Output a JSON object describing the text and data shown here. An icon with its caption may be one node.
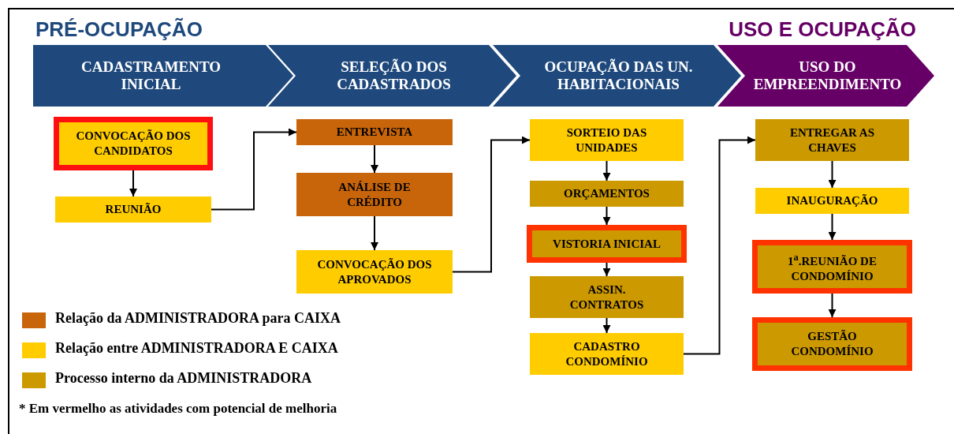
{
  "diagram": {
    "nodes": [
      {
        "text": [
          "CADASTRAMENTO INICIAL"
        ]
      },
      {
        "text": [
          "SELEÇÃO DOS CADASTRADOS"
        ]
      },
      {
        "text": [
          "OCUPAÇÃO DAS UN. HABITACIONAIS"
        ]
      },
      {
        "text": [
          "USO DO EMPREENDIMENTO"
        ]
      },
      {
        "text": [
          "CONVOCAÇÃO DOS CANDIDATOS"
        ]
      },
      {
        "text": [
          "REUNIÃO"
        ]
      },
      {
        "text": [
          "ENTREVISTA"
        ]
      },
      {
        "text": [
          "ANÁLISE DE CRÉDITO"
        ]
      },
      {
        "text": [
          "CONVOCAÇÃO DOS APROVADOS"
        ]
      },
      {
        "text": [
          "SORTEIO DAS UNIDADES"
        ]
      },
      {
        "text": [
          "ORÇAMENTOS"
        ]
      },
      {
        "text": [
          "VISTORIA INICIAL"
        ]
      },
      {
        "text": [
          "ASSIN. CONTRATOS"
        ]
      },
      {
        "text": [
          "CADASTRO CONDOMÍNIO"
        ]
      },
      {
        "text": [
          "ENTREGAR AS CHAVES"
        ]
      },
      {
        "text": [
          "INAUGURAÇÃO"
        ]
      },
      {
        "text": [
          "1$^{a}$.REUNIÃO DE CONDOMÍNIO"
        ]
      },
      {
        "text": [
          "GESTÃO CONDOMÍNIO"
        ]
      }
    ],
    "edges": [
      {
        "from": 4,
        "to": 5,
        "arrow": "to"
      },
      {
        "from": 5,
        "to": 6,
        "arrow": "to"
      },
      {
        "from": 6,
        "to": 7,
        "arrow": "to"
      },
      {
        "from": 7,
        "to": 8,
        "arrow": "to"
      },
      {
        "from": 8,
        "to": 9,
        "arrow": "to"
      },
      {
        "from": 9,
        "to": 10,
        "arrow": "to"
      },
      {
        "from": 10,
        "to": 11,
        "arrow": "to"
      },
      {
        "from": 11,
        "to": 12,
        "arrow": "to"
      },
      {
        "from": 12,
        "to": 13,
        "arrow": "to"
      },
      {
        "from": 13,
        "to": 14,
        "arrow": "to"
      },
      {
        "from": 14,
        "to": 15,
        "arrow": "to"
      },
      {
        "from": 15,
        "to": 16,
        "arrow": "to"
      },
      {
        "from": 16,
        "to": 17,
        "arrow": "to"
      }
    ],
    "labels": [
      "PRÉ-OCUPAÇÃO",
      "USO E OCUPAÇÃO",
      "* Em vermelho as atividades com potencial de melhoria"
    ],
    "legend": [
      {
        "text": "Relação da ADMINISTRADORA para CAIXA",
        "color": "#c8650a"
      },
      {
        "text": "Relação entre ADMINISTRADORA E CAIXA",
        "color": "#ffcc00"
      },
      {
        "text": "Processo interno da ADMINISTRADORA",
        "color": "#cc9900"
      }
    ]
  }
}
